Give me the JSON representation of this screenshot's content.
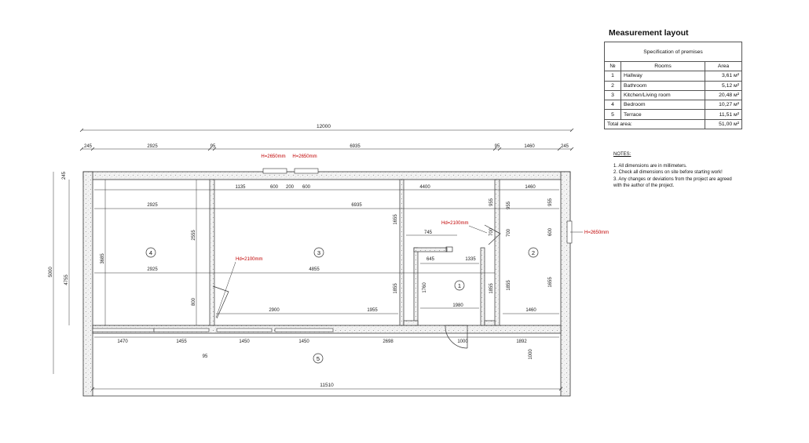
{
  "sheet": {
    "title": "Measurement layout",
    "spec": {
      "caption": "Specification of premises",
      "col_no": "№",
      "col_rooms": "Rooms",
      "col_area": "Area",
      "rows": [
        {
          "no": "1",
          "room": "Hallway",
          "area": "3,61 м²"
        },
        {
          "no": "2",
          "room": "Bathroom",
          "area": "5,12 м²"
        },
        {
          "no": "3",
          "room": "Kitchen/Living room",
          "area": "20,48 м²"
        },
        {
          "no": "4",
          "room": "Bedroom",
          "area": "10,27 м²"
        },
        {
          "no": "5",
          "room": "Terrace",
          "area": "11,51 м²"
        }
      ],
      "total_label": "Total area:",
      "total_area": "51,00 м²"
    },
    "notes": {
      "heading": "NOTES:",
      "items": [
        "1. All dimensions are in millimeters.",
        "2. Check all dimensions on site before starting work!",
        "3. Any changes or deviations from the project are agreed",
        "with the author of the project."
      ]
    }
  },
  "plan": {
    "overall": "12000",
    "top_chain": [
      "245",
      "2925",
      "95",
      "6935",
      "95",
      "1460",
      "245"
    ],
    "row1": [
      "1135",
      "600",
      "200",
      "600",
      "4400",
      "1460"
    ],
    "row2": [
      "2925",
      "6935"
    ],
    "row_mid": [
      "2925",
      "4855"
    ],
    "hall": {
      "w1": "745",
      "w2": "645",
      "w3": "1335",
      "w4": "1980",
      "h1": "1760"
    },
    "lower": [
      "2900",
      "1955",
      "1460"
    ],
    "bottom_chain": [
      "1470",
      "1455",
      "1450",
      "1450",
      "2698",
      "1000",
      "1892"
    ],
    "vert": {
      "v1655": "1655",
      "v1855": "1855",
      "v955": "955",
      "v700": "700",
      "v600": "600",
      "v2555": "2555",
      "v800": "800",
      "v3685": "3685",
      "v4755": "4755",
      "v5000": "5000",
      "v1000": "1000",
      "v245": "245"
    },
    "bottom_overall": "11510",
    "nib": "95",
    "window_heights": [
      "H=2650mm",
      "H=2650mm",
      "H=2650mm"
    ],
    "door_heights": [
      "Hd=2100mm",
      "Hd=2100mm"
    ],
    "room_numbers": [
      "1",
      "2",
      "3",
      "4",
      "5"
    ]
  }
}
